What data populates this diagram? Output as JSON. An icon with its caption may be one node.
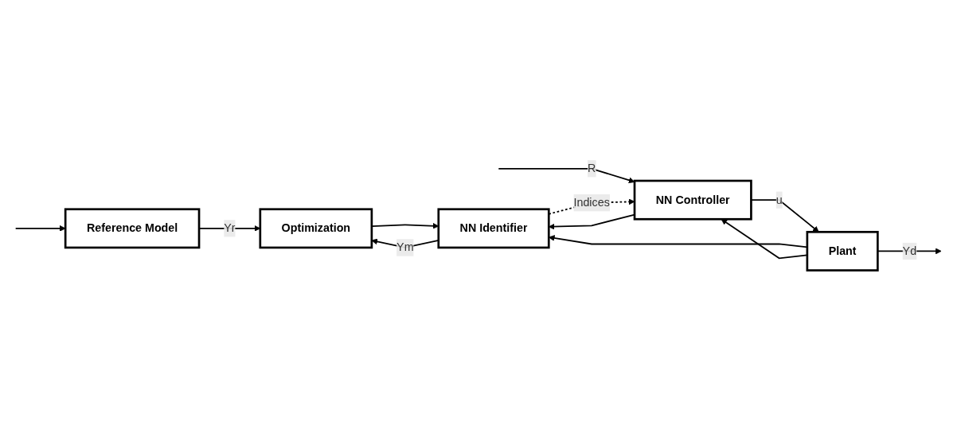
{
  "diagram": {
    "nodes": [
      {
        "text": [
          "Reference Model"
        ]
      },
      {
        "text": [
          "Optimization"
        ]
      },
      {
        "text": [
          "NN Identifier"
        ]
      },
      {
        "text": [
          "NN Controller"
        ]
      },
      {
        "text": [
          "Plant"
        ]
      }
    ],
    "edges": [
      {
        "from": null,
        "to": 0,
        "arrow": "to"
      },
      {
        "from": null,
        "to": 3,
        "arrow": "to",
        "label": "R"
      },
      {
        "from": 0,
        "to": 1,
        "arrow": "to",
        "label": "Yr"
      },
      {
        "from": 1,
        "to": 2,
        "arrow": "to"
      },
      {
        "from": 2,
        "to": 1,
        "arrow": "to",
        "label": "Ym"
      },
      {
        "from": 3,
        "to": 4,
        "arrow": "to",
        "label": "u"
      },
      {
        "from": 3,
        "to": 2,
        "arrow": "to"
      },
      {
        "from": 4,
        "to": null,
        "arrow": "to",
        "label": "Yd"
      },
      {
        "from": 4,
        "to": 2,
        "arrow": "to"
      },
      {
        "from": 4,
        "to": 3,
        "arrow": "to"
      },
      {
        "from": 2,
        "to": 3,
        "arrow": "to",
        "label": "Indices",
        "style": "dashed"
      }
    ]
  }
}
